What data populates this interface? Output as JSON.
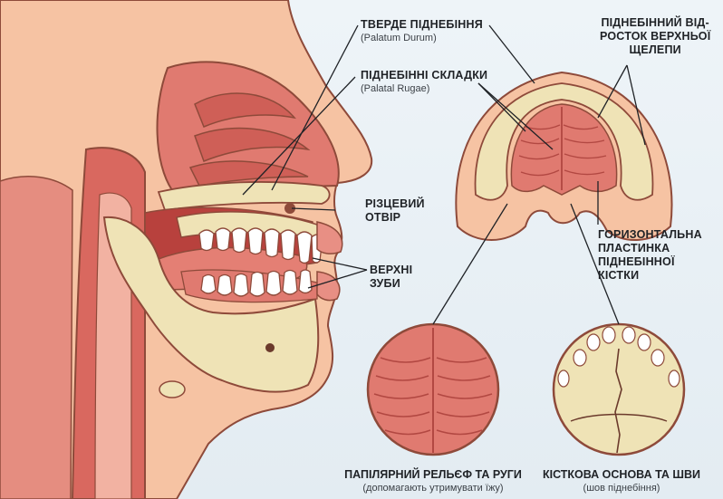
{
  "labels": {
    "hard_palate": {
      "title": "ТВЕРДЕ ПІДНЕБІННЯ",
      "latin": "(Palatum Durum)"
    },
    "palatal_folds": {
      "title": "ПІДНЕБІННІ СКЛАДКИ",
      "latin": "(Palatal Rugae)"
    },
    "incisive_foramen": {
      "line1": "РІЗЦЕВИЙ",
      "line2": "ОТВІР"
    },
    "upper_teeth": {
      "line1": "ВЕРХНІ",
      "line2": "ЗУБИ"
    },
    "maxilla_process": {
      "line1": "ПІДНЕБІННИЙ ВІД-",
      "line2": "РОСТОК ВЕРХНЬОЇ",
      "line3": "ЩЕЛЕПИ"
    },
    "horizontal_plate": {
      "line1": "ГОРИЗОНТАЛЬНА",
      "line2": "ПЛАСТИНКА",
      "line3": "ПІДНЕБІННОЇ",
      "line4": "КІСТКИ"
    }
  },
  "captions": {
    "left": {
      "title": "ПАПІЛЯРНИЙ РЕЛЬЄФ ТА РУГИ",
      "sub": "(допомагають утримувати їжу)"
    },
    "right": {
      "title": "КІСТКОВА ОСНОВА ТА ШВИ",
      "sub": "(шов піднебіння)"
    }
  },
  "colors": {
    "skin": "#f6c3a3",
    "mucosa": "#e07a70",
    "bone": "#efe3b6",
    "line": "#1f2226"
  }
}
